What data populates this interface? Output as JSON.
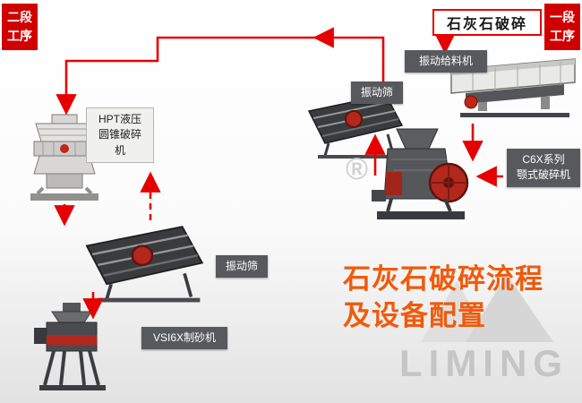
{
  "stages": {
    "stage2": "二段\n工序",
    "stage1": "一段\n工序"
  },
  "material": {
    "label": "石灰石破碎"
  },
  "labels": {
    "vibrating_feeder": "振动给料机",
    "vibrating_screen_top": "振动筛",
    "jaw_crusher": "C6X系列\n颚式破碎机",
    "cone_crusher": "HPT液压\n圆锥破碎\n机",
    "vibrating_screen_bottom": "振动筛",
    "sand_maker": "VSI6X制砂机"
  },
  "caption": {
    "line1": "石灰石破碎流程",
    "line2": "及设备配置"
  },
  "watermark": {
    "brand": "LIMING",
    "registered": "®"
  },
  "colors": {
    "arrow_red": "#e60000",
    "stage_badge_red": "#d10000",
    "label_dark_bg": "#58595c",
    "caption_orange": "#f05a0c",
    "machine_red": "#b3281d",
    "watermark_gray": "#c5c5c5"
  }
}
